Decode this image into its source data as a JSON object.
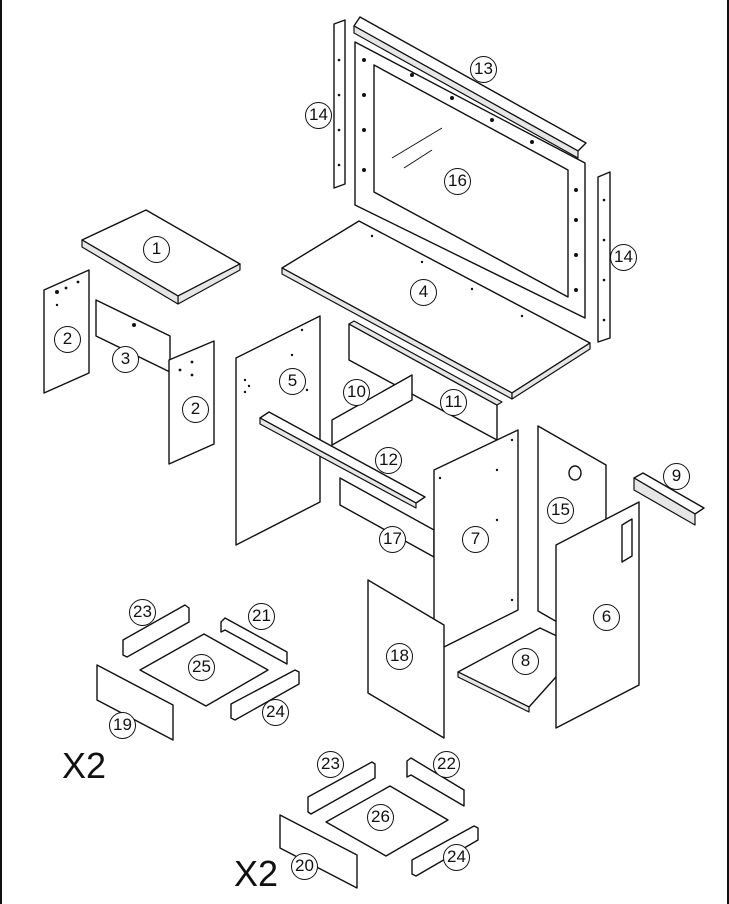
{
  "callouts": {
    "p1": "1",
    "p2a": "2",
    "p2b": "2",
    "p3": "3",
    "p4": "4",
    "p5": "5",
    "p6": "6",
    "p7": "7",
    "p8": "8",
    "p9": "9",
    "p10": "10",
    "p11": "11",
    "p12": "12",
    "p13": "13",
    "p14a": "14",
    "p14b": "14",
    "p15": "15",
    "p16": "16",
    "p17": "17",
    "p18": "18",
    "p19": "19",
    "p20": "20",
    "p21": "21",
    "p22": "22",
    "p23a": "23",
    "p23b": "23",
    "p24a": "24",
    "p24b": "24",
    "p25": "25",
    "p26": "26"
  },
  "quantity_labels": {
    "drawer_set_1": "X2",
    "drawer_set_2": "X2"
  },
  "colors": {
    "line": "#111111",
    "panel": "#ffffff",
    "edge": "#e6e6e6"
  }
}
